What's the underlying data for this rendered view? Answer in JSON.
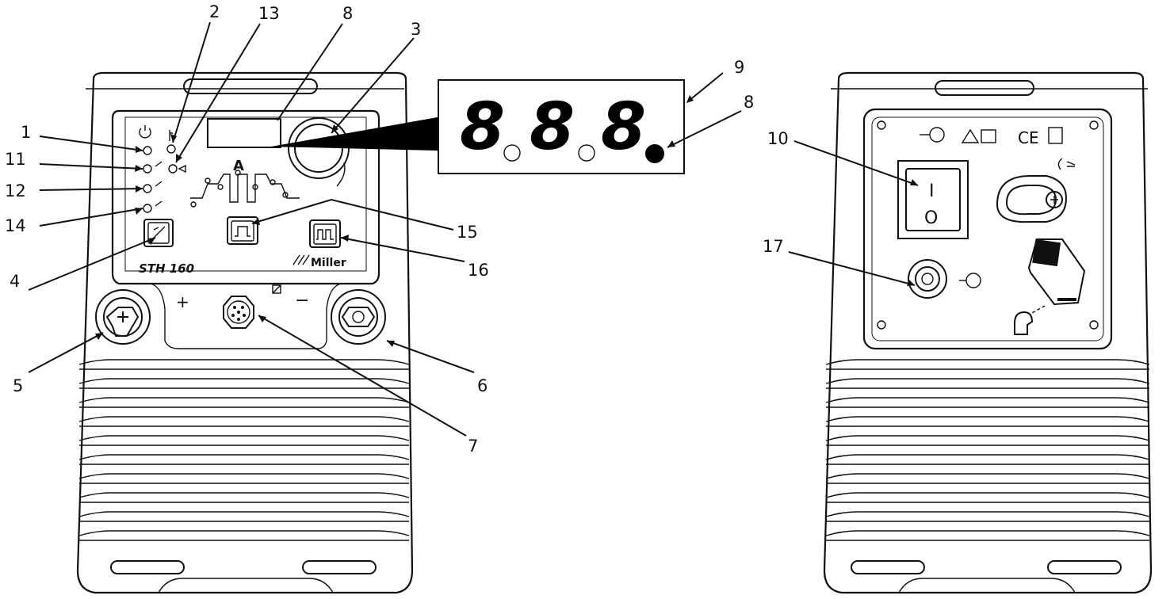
{
  "front_panel": {
    "model_label": "STH 160",
    "brand_label": "Miller",
    "current_symbol": "A",
    "positive_symbol": "+",
    "negative_symbol": "−"
  },
  "display": {
    "digits": [
      "8",
      "8",
      "8"
    ]
  },
  "rear_panel": {
    "switch_on": "I",
    "switch_off": "O",
    "marks": [
      "CE"
    ]
  },
  "callouts": [
    "1",
    "2",
    "3",
    "4",
    "5",
    "6",
    "7",
    "8",
    "9",
    "10",
    "11",
    "12",
    "13",
    "14",
    "15",
    "16",
    "17"
  ],
  "callout_8_second": "8"
}
